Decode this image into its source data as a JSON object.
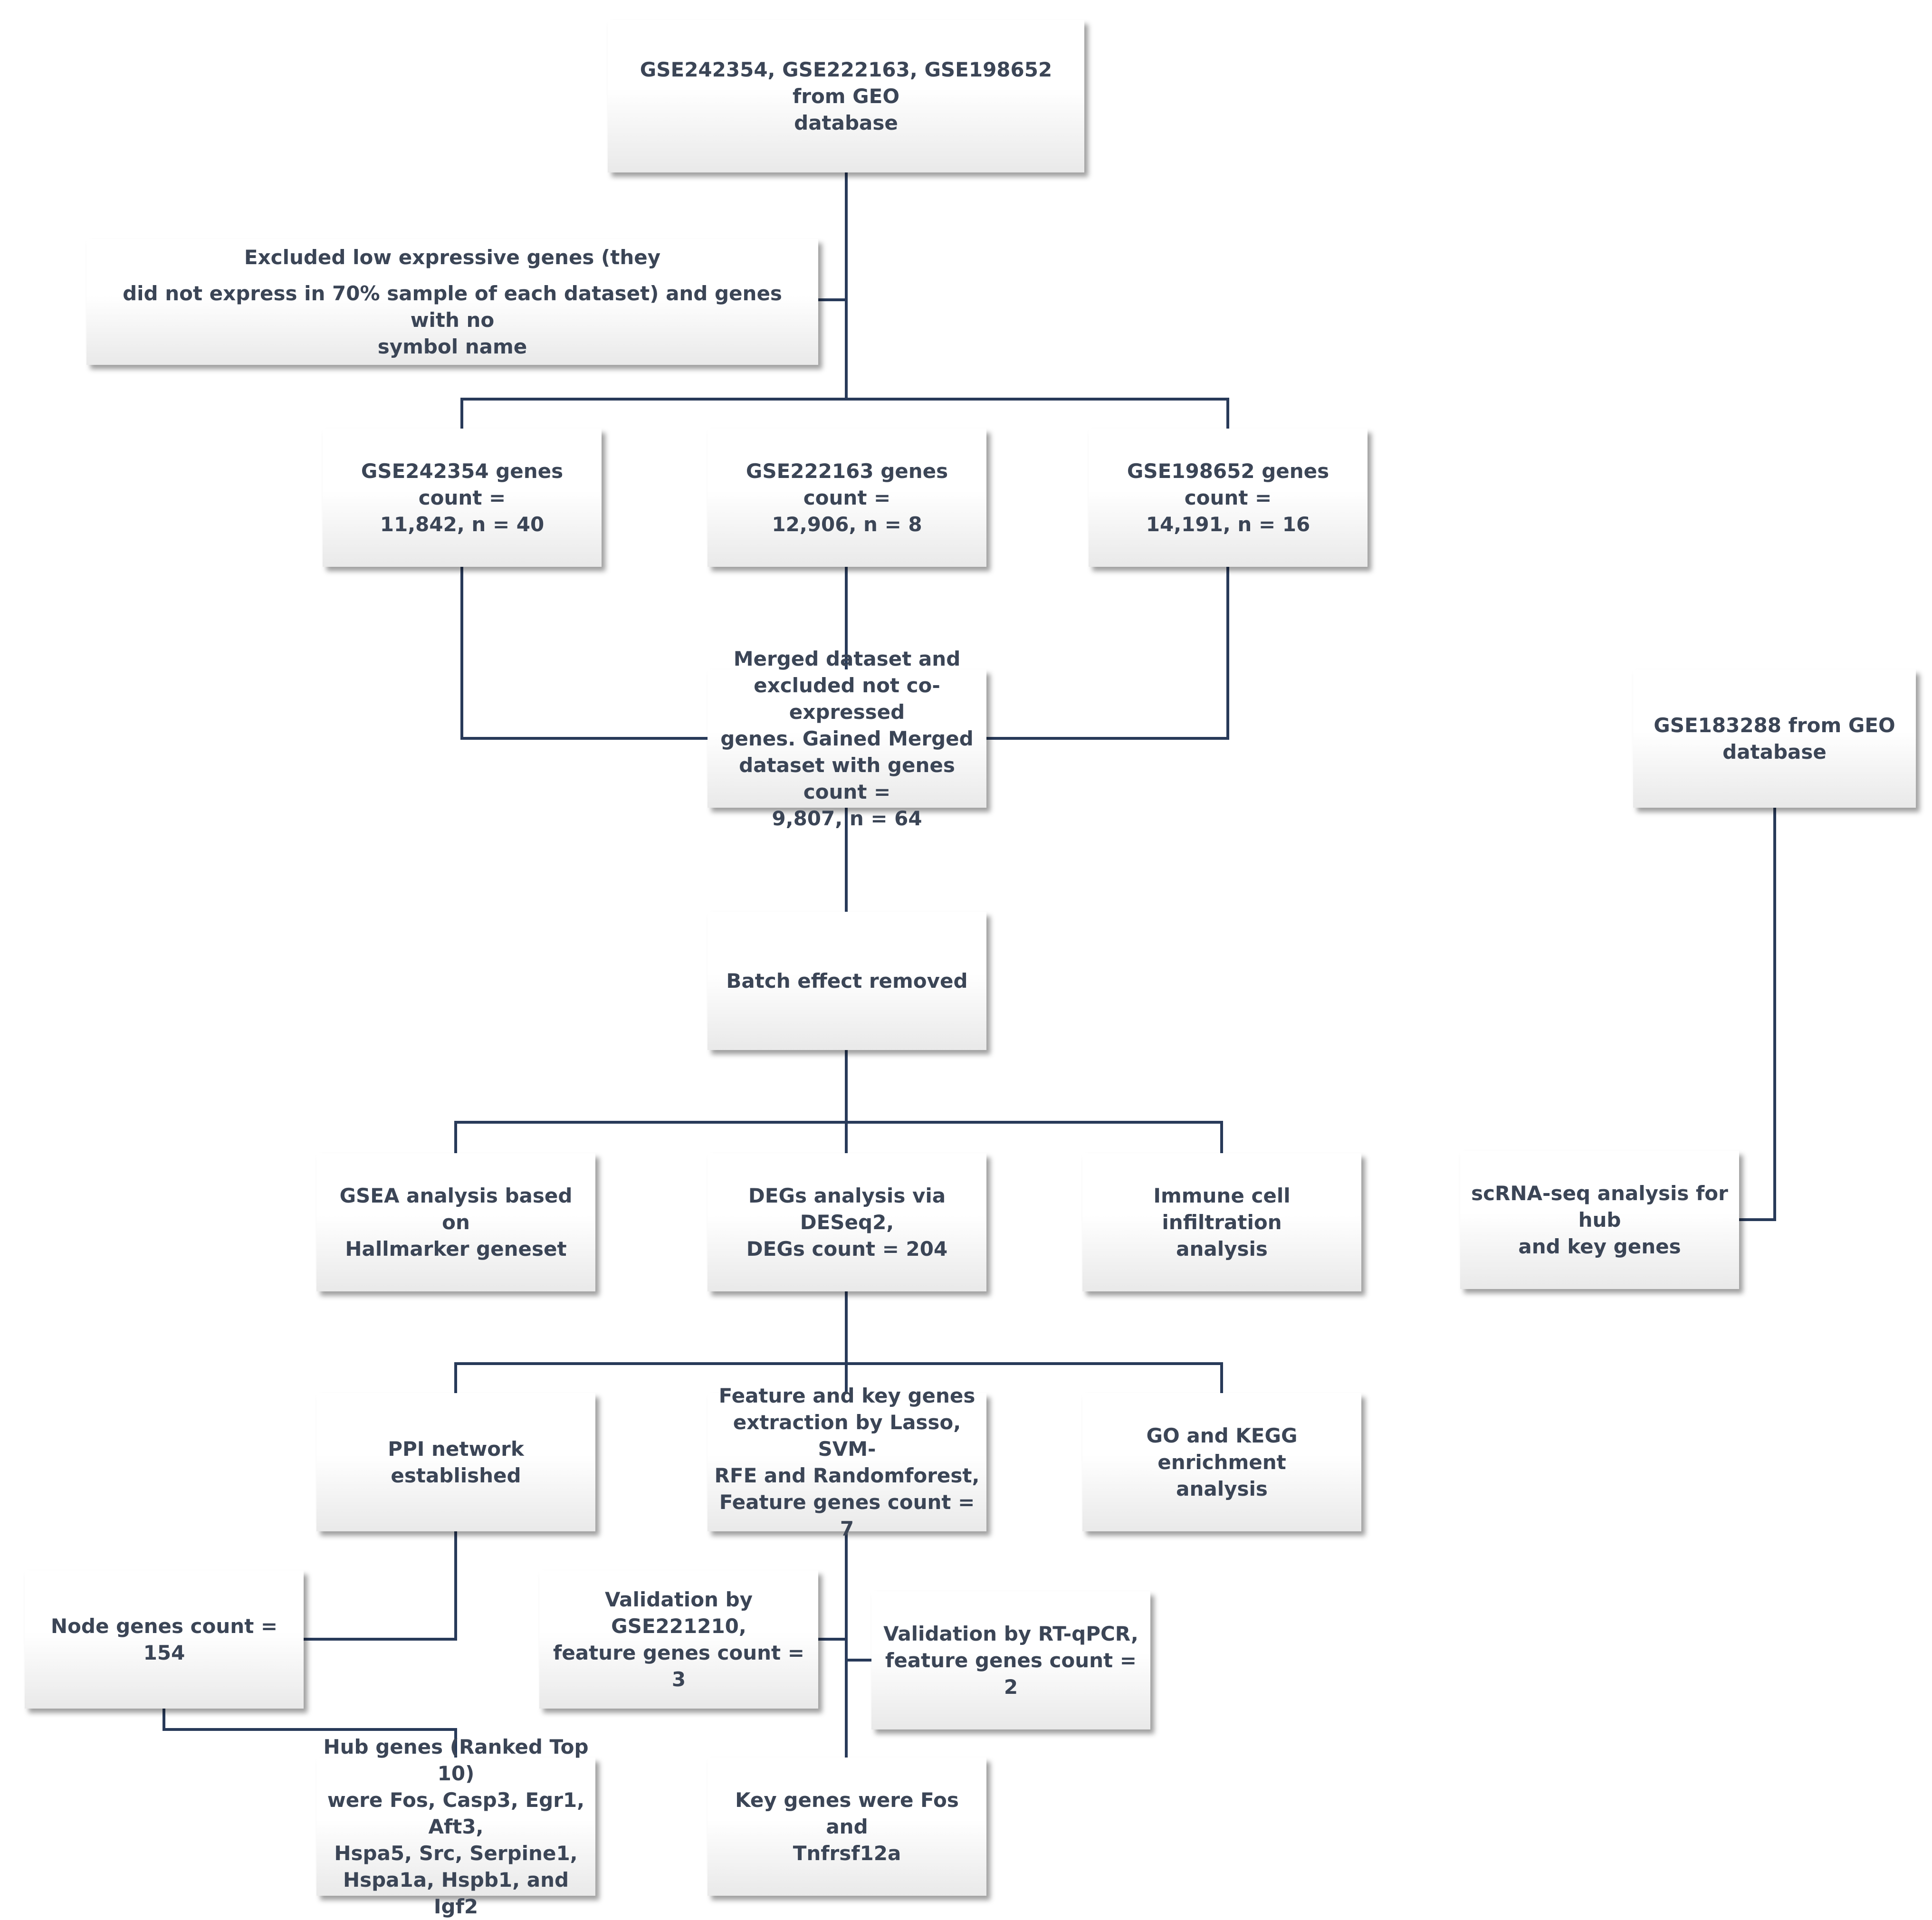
{
  "colors": {
    "line": "#283a59",
    "text": "#3b4556"
  },
  "nodes": {
    "geo_source": "GSE242354, GSE222163, GSE198652 from GEO\ndatabase",
    "excluded_line1": "Excluded low expressive genes (they",
    "excluded_line2": "did not express in 70% sample of each dataset) and  genes with no\nsymbol name",
    "gse242354": "GSE242354 genes count =\n11,842, n = 40",
    "gse222163": "GSE222163 genes count =\n12,906, n = 8",
    "gse198652": "GSE198652 genes count =\n14,191, n = 16",
    "merged": "Merged dataset and\nexcluded not co-expressed\ngenes. Gained Merged\ndataset with genes count =\n9,807,  n = 64",
    "gse183288": "GSE183288 from GEO\ndatabase",
    "batch": "Batch effect removed",
    "gsea": "GSEA analysis based on\nHallmarker geneset",
    "degs": "DEGs analysis via DESeq2,\nDEGs count = 204",
    "immune": "Immune cell infiltration\nanalysis",
    "scrna": "scRNA-seq analysis for hub\nand key genes",
    "ppi": "PPI network established",
    "feature": "Feature and key genes\nextraction by Lasso, SVM-\nRFE and Randomforest,\nFeature genes count = 7",
    "go_kegg": "GO and KEGG enrichment\nanalysis",
    "node_genes": "Node genes count = 154",
    "validation_gse": "Validation by GSE221210,\nfeature genes count = 3",
    "validation_qpcr": "Validation by RT-qPCR,\nfeature genes count = 2",
    "hub_genes": "Hub genes (Ranked Top 10)\nwere Fos, Casp3, Egr1, Aft3,\nHspa5, Src, Serpine1,\nHspa1a, Hspb1, and Igf2",
    "key_genes": "Key genes were Fos and\nTnfrsf12a"
  }
}
